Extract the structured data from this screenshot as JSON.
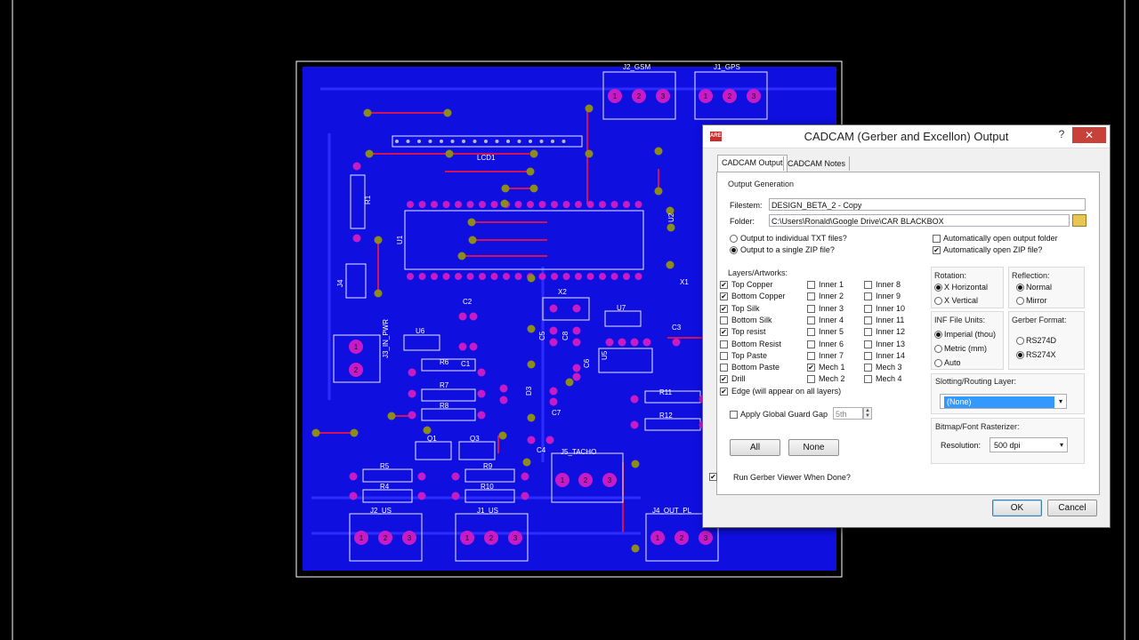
{
  "pcb": {
    "labels": {
      "j2_gsm": "J2_GSM",
      "j1_gps": "J1_GPS",
      "lcd1": "LCD1",
      "r1": "R1",
      "u1": "U1",
      "u2": "U2",
      "j4": "J4",
      "c2": "C2",
      "c1": "C1",
      "x2": "X2",
      "u7": "U7",
      "c3": "C3",
      "x1": "X1",
      "u6": "U6",
      "r6": "R6",
      "r7": "R7",
      "r8": "R8",
      "c5": "C5",
      "c8": "C8",
      "c6": "C6",
      "c7": "C7",
      "d3": "D3",
      "j3": "J3_IN_PWR",
      "u5": "U5",
      "r11": "R11",
      "r12": "R12",
      "q1": "Q1",
      "q3": "Q3",
      "c4": "C4",
      "j5_tacho": "J5_TACHO",
      "r5": "R5",
      "r4": "R4",
      "r9": "R9",
      "r10": "R10",
      "j2_us": "J2_US",
      "j1_us": "J1_US",
      "j4_out": "J4_OUT_PL"
    },
    "pin_1": "1",
    "pin_2": "2",
    "pin_3": "3",
    "colors": {
      "board": "#0f0fe0",
      "pad": "#c71bc7",
      "via": "#8c8c1a",
      "trace": "#d0145a",
      "outline": "#ffffff"
    }
  },
  "dialog": {
    "title": "CADCAM (Gerber and Excellon) Output",
    "help": "?",
    "close": "✕",
    "tabs": [
      "CADCAM Output",
      "CADCAM Notes"
    ],
    "output_generation": {
      "title": "Output Generation",
      "filestem_label": "Filestem:",
      "filestem_value": "DESIGN_BETA_2 - Copy",
      "folder_label": "Folder:",
      "folder_value": "C:\\Users\\Ronald\\Google Drive\\CAR BLACKBOX",
      "opt_txt": "Output to individual TXT files?",
      "opt_zip": "Output to a single ZIP file?",
      "auto_folder": "Automatically open output folder",
      "auto_zip": "Automatically open ZIP file?"
    },
    "layers": {
      "title": "Layers/Artworks:",
      "col1": [
        "Top Copper",
        "Bottom Copper",
        "Top Silk",
        "Bottom Silk",
        "Top resist",
        "Bottom Resist",
        "Top Paste",
        "Bottom Paste",
        "Drill",
        "Edge (will appear on all layers)"
      ],
      "col1_checked": [
        true,
        true,
        true,
        false,
        true,
        false,
        false,
        false,
        true,
        true
      ],
      "col2": [
        "Inner 1",
        "Inner 2",
        "Inner 3",
        "Inner 4",
        "Inner 5",
        "Inner 6",
        "Inner 7",
        "Mech 1",
        "Mech 2"
      ],
      "col2_checked": [
        false,
        false,
        false,
        false,
        false,
        false,
        false,
        true,
        false
      ],
      "col3": [
        "Inner 8",
        "Inner 9",
        "Inner 10",
        "Inner 11",
        "Inner 12",
        "Inner 13",
        "Inner 14",
        "Mech 3",
        "Mech 4"
      ],
      "guard_gap_label": "Apply Global Guard Gap",
      "guard_gap_value": "5th",
      "all_button": "All",
      "none_button": "None"
    },
    "rotation": {
      "title": "Rotation:",
      "horizontal": "X Horizontal",
      "vertical": "X Vertical"
    },
    "reflection": {
      "title": "Reflection:",
      "normal": "Normal",
      "mirror": "Mirror"
    },
    "inf_units": {
      "title": "INF File Units:",
      "imperial": "Imperial (thou)",
      "metric": "Metric (mm)",
      "auto": "Auto"
    },
    "gerber_format": {
      "title": "Gerber Format:",
      "rs274d": "RS274D",
      "rs274x": "RS274X"
    },
    "slotting": {
      "title": "Slotting/Routing Layer:",
      "value": "(None)"
    },
    "rasterizer": {
      "title": "Bitmap/Font Rasterizer:",
      "resolution_label": "Resolution:",
      "resolution_value": "500 dpi"
    },
    "run_viewer": "Run Gerber Viewer When Done?",
    "ok": "OK",
    "cancel": "Cancel",
    "check_mark": "✔",
    "dropdown_arrow": "▾",
    "spin_up": "▲",
    "spin_down": "▼"
  }
}
